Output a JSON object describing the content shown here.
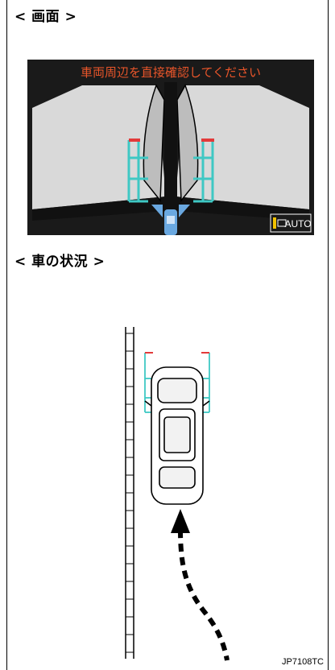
{
  "headings": {
    "screen": "< 画面 >",
    "situation": "< 車の状況 >"
  },
  "camera_screen": {
    "message": "車両周辺を直接確認してください",
    "mode_button": "AUTO",
    "mode_icon": "camera-view-icon",
    "colors": {
      "background": "#1a1a1a",
      "message": "#e8552a",
      "guide_cyan": "#3fc8c4",
      "guide_red": "#e23a3a",
      "road": "#d9d9d9",
      "indicator_blue": "#6aa8e0"
    }
  },
  "figure_code": "JP7108TC"
}
